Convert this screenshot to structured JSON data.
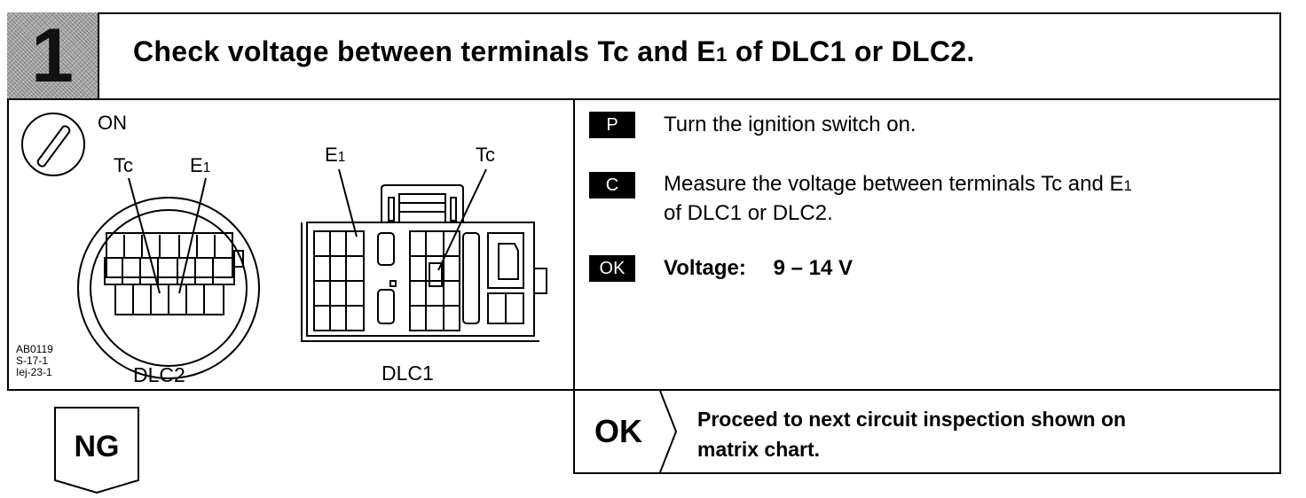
{
  "step": {
    "number": "1",
    "title_pre": "Check voltage between terminals Tc and E",
    "title_sub": "1",
    "title_post": " of DLC1 or DLC2."
  },
  "diagram": {
    "switch_label": "ON",
    "dlc2": {
      "label": "DLC2",
      "tc": "Tc",
      "e1_pre": "E",
      "e1_sub": "1"
    },
    "dlc1": {
      "label": "DLC1",
      "tc": "Tc",
      "e1_pre": "E",
      "e1_sub": "1"
    },
    "codes": [
      "AB0119",
      "S-17-1",
      "Iej-23-1"
    ]
  },
  "instructions": [
    {
      "icon": "P",
      "text": "Turn the ignition switch on."
    },
    {
      "icon": "C",
      "text_pre": "Measure the voltage between terminals Tc and E",
      "text_sub": "1",
      "text_line2": "of DLC1 or DLC2."
    },
    {
      "icon": "OK",
      "label": "Voltage:",
      "value": "9 – 14 V"
    }
  ],
  "results": {
    "ok_label": "OK",
    "ok_text_line1": "Proceed to next circuit inspection shown on",
    "ok_text_line2": "matrix chart.",
    "ng_label": "NG"
  }
}
